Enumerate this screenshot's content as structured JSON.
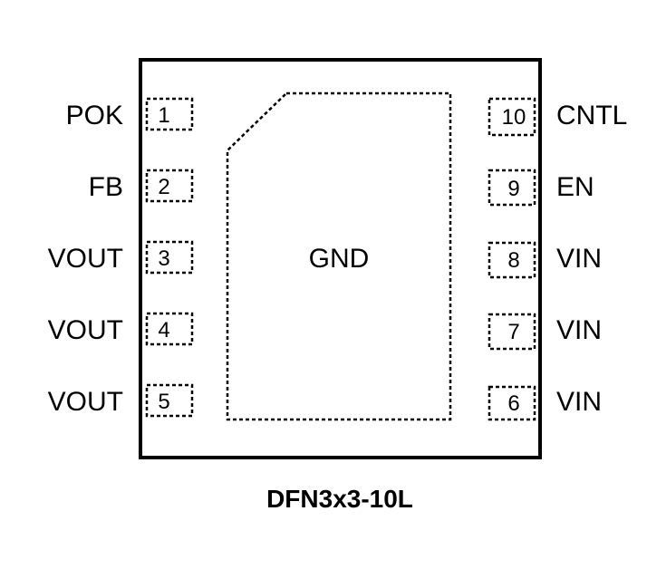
{
  "package": {
    "name": "DFN3x3-10L",
    "pad_label": "GND"
  },
  "pins_left": [
    {
      "number": "1",
      "label": "POK"
    },
    {
      "number": "2",
      "label": "FB"
    },
    {
      "number": "3",
      "label": "VOUT"
    },
    {
      "number": "4",
      "label": "VOUT"
    },
    {
      "number": "5",
      "label": "VOUT"
    }
  ],
  "pins_right": [
    {
      "number": "10",
      "label": "CNTL"
    },
    {
      "number": "9",
      "label": "EN"
    },
    {
      "number": "8",
      "label": "VIN"
    },
    {
      "number": "7",
      "label": "VIN"
    },
    {
      "number": "6",
      "label": "VIN"
    }
  ]
}
